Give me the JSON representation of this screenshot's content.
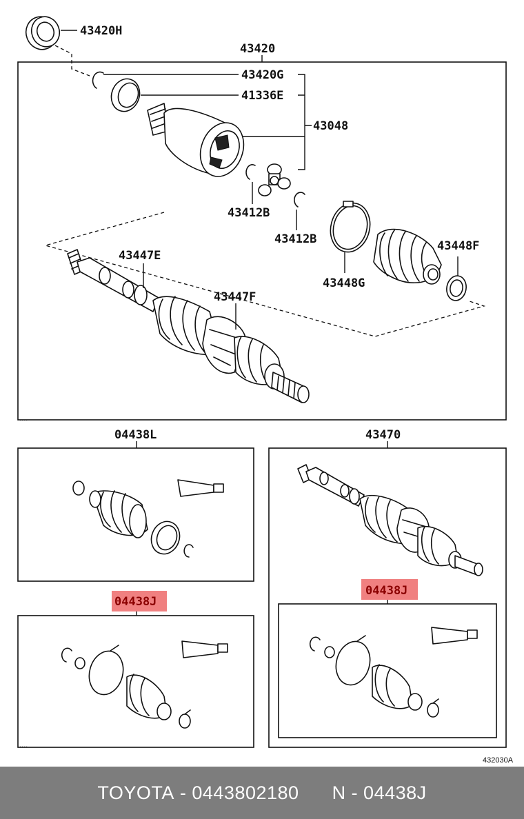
{
  "labels": {
    "p43420H": "43420H",
    "p43420": "43420",
    "p43420G": "43420G",
    "p41336E": "41336E",
    "p43048": "43048",
    "p43412B_a": "43412B",
    "p43412B_b": "43412B",
    "p43447E": "43447E",
    "p43447F": "43447F",
    "p43448F": "43448F",
    "p43448G": "43448G",
    "p04438L": "04438L",
    "p43470": "43470",
    "p04438J_left": "04438J",
    "p04438J_right": "04438J"
  },
  "highlight_color": "#f08080",
  "diagram_ref": "432030A",
  "footer": {
    "brand": "TOYOTA",
    "part_number": "0443802180",
    "part_code": "N - 04438J"
  }
}
